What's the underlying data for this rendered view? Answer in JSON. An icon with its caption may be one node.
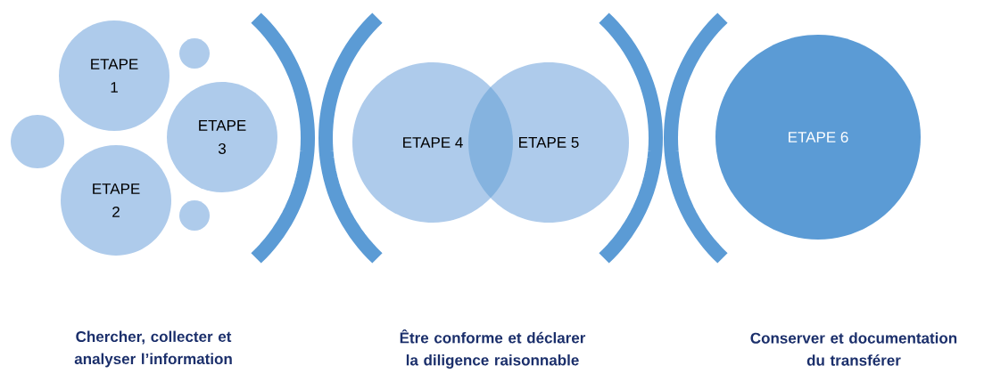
{
  "diagram": {
    "nodes": [
      {
        "text": [
          "ETAPE 1"
        ]
      },
      {
        "text": [],
        "shape": "circle"
      },
      {
        "text": [],
        "shape": "circle"
      },
      {
        "text": [
          "ETAPE 3"
        ]
      },
      {
        "text": [
          "ETAPE 2"
        ]
      },
      {
        "text": [],
        "shape": "circle"
      },
      {
        "text": [
          "ETAPE 4"
        ]
      },
      {
        "text": [
          "ETAPE 5"
        ]
      },
      {
        "text": [
          "ETAPE 6"
        ]
      }
    ],
    "labels": [
      "Chercher, collecter et analyser l’information",
      "Être conforme et déclarer la diligence raisonnable",
      "Conserver et documentation du transférer"
    ]
  }
}
